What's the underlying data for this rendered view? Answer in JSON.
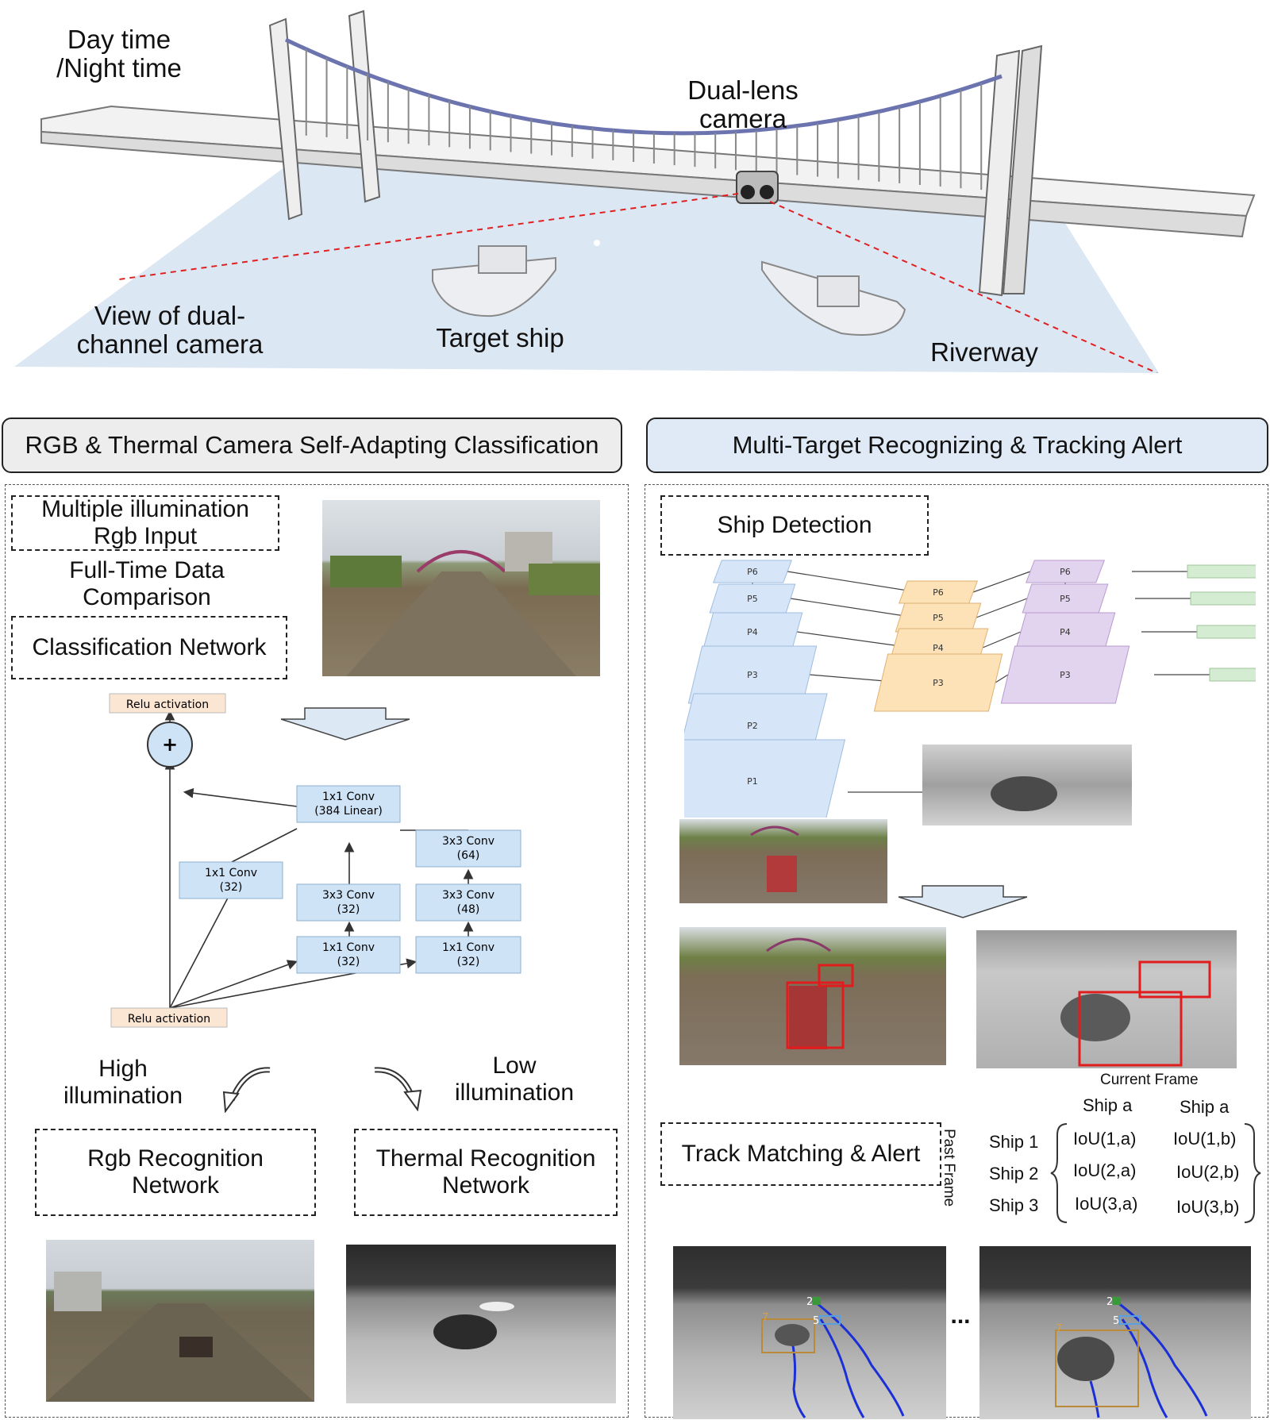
{
  "scene": {
    "day_night": [
      "Day time",
      "/Night time"
    ],
    "camera": [
      "Dual-lens",
      "camera"
    ],
    "view": [
      "View of dual-",
      "channel camera"
    ],
    "target_ship": "Target ship",
    "riverway": "Riverway"
  },
  "left": {
    "header": "RGB & Thermal Camera Self-Adapting Classification",
    "input_box": [
      "Multiple illumination",
      "Rgb Input"
    ],
    "comparison": [
      "Full-Time Data",
      "Comparison"
    ],
    "classification_box": "Classification Network",
    "block": {
      "relu_top": "Relu activation",
      "relu_bottom": "Relu activation",
      "plus": "+",
      "conv_384": [
        "1x1 Conv",
        "(384 Linear)"
      ],
      "conv_32a": [
        "1x1 Conv",
        "(32)"
      ],
      "conv_3x3_32": [
        "3x3 Conv",
        "(32)"
      ],
      "conv_1x1_32b": [
        "1x1 Conv",
        "(32)"
      ],
      "conv_3x3_64": [
        "3x3 Conv",
        "(64)"
      ],
      "conv_3x3_48": [
        "3x3 Conv",
        "(48)"
      ],
      "conv_1x1_32c": [
        "1x1 Conv",
        "(32)"
      ]
    },
    "high": [
      "High",
      "illumination"
    ],
    "low": [
      "Low",
      "illumination"
    ],
    "rgb_box": [
      "Rgb Recognition",
      "Network"
    ],
    "thermal_box": [
      "Thermal Recognition",
      "Network"
    ]
  },
  "right": {
    "header": "Multi-Target Recognizing & Tracking Alert",
    "detection_box": "Ship Detection",
    "fpn": {
      "col1": [
        "P6",
        "P5",
        "P4",
        "P3",
        "P2",
        "P1"
      ],
      "col2": [
        "P6",
        "P5",
        "P4",
        "P3"
      ],
      "col3": [
        "P6",
        "P5",
        "P4",
        "P3"
      ]
    },
    "track_box": "Track Matching & Alert",
    "matrix": {
      "current_frame": "Current Frame",
      "past_frame": "Past Frame",
      "cols": [
        "Ship a",
        "Ship a"
      ],
      "rows": [
        "Ship 1",
        "Ship 2",
        "Ship 3"
      ],
      "cells": [
        [
          "IoU(1,a)",
          "IoU(1,b)"
        ],
        [
          "IoU(2,a)",
          "IoU(2,b)"
        ],
        [
          "IoU(3,a)",
          "IoU(3,b)"
        ]
      ]
    },
    "ellipsis": "...",
    "track_ids": [
      "2",
      "5",
      "7"
    ]
  },
  "colors": {
    "fpn_blue": "#d6e6f8",
    "fpn_orange": "#fde2b8",
    "fpn_purple": "#e2d4ee",
    "fpn_green": "#d4ecd1",
    "relu_fill": "#fbe5d3",
    "conv_fill": "#cfe3f6",
    "red_box": "#e21c1c",
    "track_blue": "#1b2fd6"
  }
}
